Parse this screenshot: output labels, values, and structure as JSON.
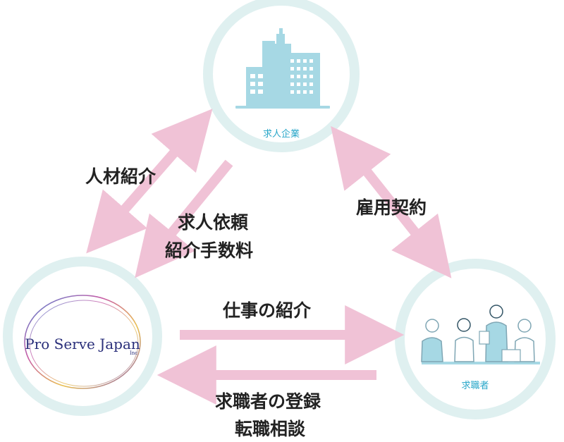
{
  "colors": {
    "ring": "#dff0f0",
    "arrow": "#f0c2d6",
    "label": "#2aa7c9",
    "building": "#a6d8e4",
    "logo_text": "#2a2f7a"
  },
  "nodes": {
    "company": {
      "label": "求人企業",
      "icon": "building-icon"
    },
    "agency": {
      "logo_main": "Pro Serve Japan",
      "logo_sub": "Inc",
      "icon": "proserve-logo"
    },
    "seeker": {
      "label": "求職者",
      "icon": "people-meeting-icon"
    }
  },
  "edges": {
    "referral": {
      "text": "人材紹介"
    },
    "request": {
      "lines": [
        "求人依頼",
        "紹介手数料"
      ]
    },
    "contract": {
      "text": "雇用契約"
    },
    "job_intro": {
      "text": "仕事の紹介"
    },
    "registration": {
      "lines": [
        "求職者の登録",
        "転職相談"
      ]
    }
  }
}
